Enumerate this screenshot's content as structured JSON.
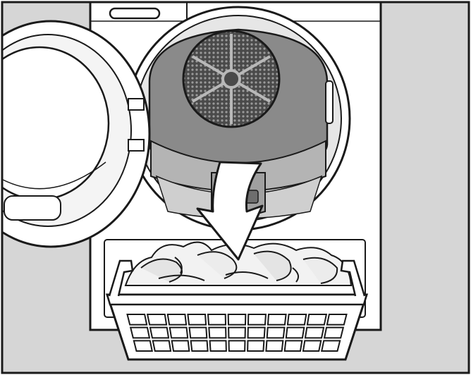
{
  "figure": {
    "colors": {
      "line": "#1a1a1a",
      "background": "#ffffff",
      "wall": "#d6d6d6",
      "appliance": "#ffffff",
      "drum_dark": "#7a7a7a",
      "drum_mid": "#a8a8a8",
      "drum_light": "#c9c9c9",
      "filter_mesh": "#3a3a3a",
      "laundry": "#f2f2f2",
      "laundry_shadow": "#b5b5b5",
      "basket": "#ffffff"
    },
    "icons": [
      "open-dryer-door",
      "drum-filter",
      "curved-arrow",
      "laundry-basket"
    ]
  }
}
